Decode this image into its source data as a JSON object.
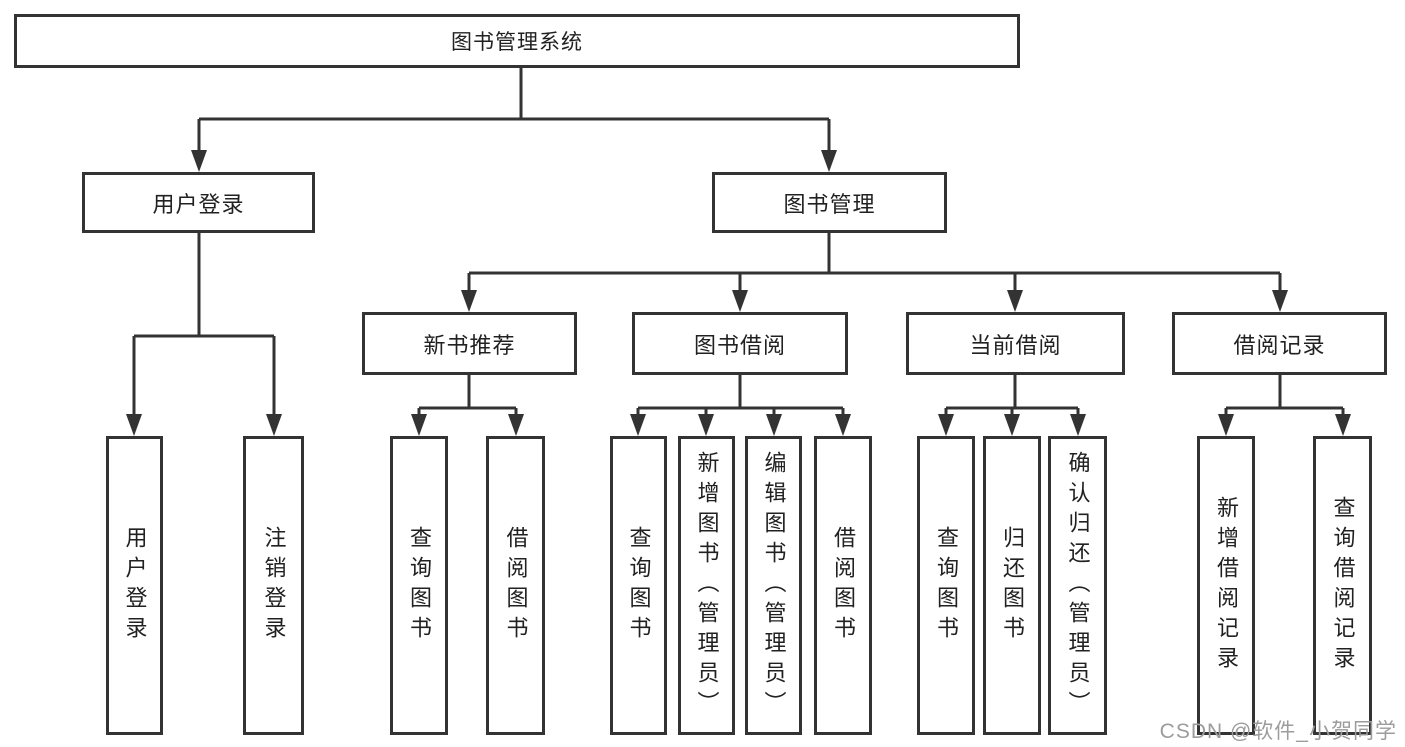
{
  "diagram": {
    "root": "图书管理系统",
    "level2": {
      "user_login": "用户登录",
      "book_management": "图书管理"
    },
    "level3": {
      "new_book": "新书推荐",
      "book_borrow": "图书借阅",
      "current_borrow": "当前借阅",
      "borrow_record": "借阅记录"
    },
    "leaves": {
      "user_login_1": "用户登录",
      "user_login_2": "注销登录",
      "new_book_1": "查询图书",
      "new_book_2": "借阅图书",
      "borrow_1": "查询图书",
      "borrow_2": "新增图书（管理员）",
      "borrow_3": "编辑图书（管理员）",
      "borrow_4": "借阅图书",
      "current_1": "查询图书",
      "current_2": "归还图书",
      "current_3": "确认归还（管理员）",
      "record_1": "新增借阅记录",
      "record_2": "查询借阅记录"
    },
    "watermark": "CSDN @软件_小贺同学",
    "colors": {
      "line": "#333333",
      "text": "#212121",
      "watermark": "#9c9c9c",
      "background": "#ffffff"
    }
  }
}
